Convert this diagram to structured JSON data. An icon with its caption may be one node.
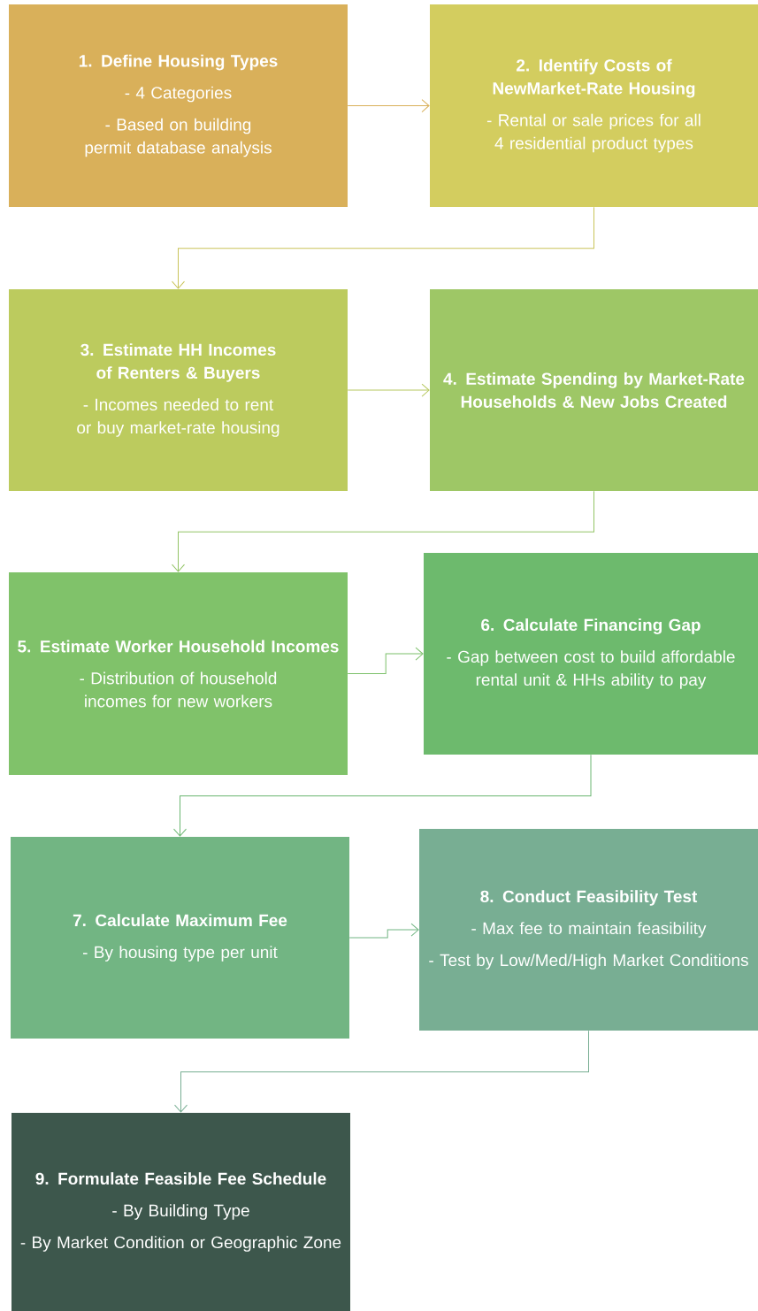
{
  "diagram": {
    "nodes": [
      {
        "text": [
          "1. Define Housing Types",
          "- 4 Categories",
          "- Based on building permit database analysis"
        ]
      },
      {
        "text": [
          "2. Identify Costs of NewMarket-Rate Housing",
          "- Rental or sale prices for all 4 residential product types"
        ]
      },
      {
        "text": [
          "3. Estimate HH Incomes of Renters & Buyers",
          "- Incomes needed to rent or buy market-rate housing"
        ]
      },
      {
        "text": [
          "4. Estimate  Spending by Market-Rate Households & New Jobs Created"
        ]
      },
      {
        "text": [
          "5. Estimate Worker Household Incomes",
          "- Distribution of household incomes for new workers"
        ]
      },
      {
        "text": [
          "6. Calculate Financing Gap",
          "- Gap between cost to build affordable rental unit & HHs ability to pay"
        ]
      },
      {
        "text": [
          "7. Calculate Maximum Fee",
          "- By housing type per unit"
        ]
      },
      {
        "text": [
          "8. Conduct Feasibility Test",
          "- Max fee to maintain feasibility",
          "- Test by Low/Med/High Market Conditions"
        ]
      },
      {
        "text": [
          "9. Formulate Feasible Fee Schedule",
          "- By Building Type",
          "- By Market Condition or Geographic Zone"
        ]
      }
    ],
    "edges": [
      {
        "from": 0,
        "to": 1,
        "arrow": "to",
        "color": "#d9b05a"
      },
      {
        "from": 1,
        "to": 2,
        "arrow": "to",
        "color": "#c9c45a"
      },
      {
        "from": 2,
        "to": 3,
        "arrow": "to",
        "color": "#b6c85e"
      },
      {
        "from": 3,
        "to": 4,
        "arrow": "to",
        "color": "#93c466"
      },
      {
        "from": 4,
        "to": 5,
        "arrow": "to",
        "color": "#7cc06a"
      },
      {
        "from": 5,
        "to": 6,
        "arrow": "to",
        "color": "#6bb672"
      },
      {
        "from": 6,
        "to": 7,
        "arrow": "to",
        "color": "#72b583"
      },
      {
        "from": 7,
        "to": 8,
        "arrow": "to",
        "color": "#78ae93"
      }
    ]
  }
}
